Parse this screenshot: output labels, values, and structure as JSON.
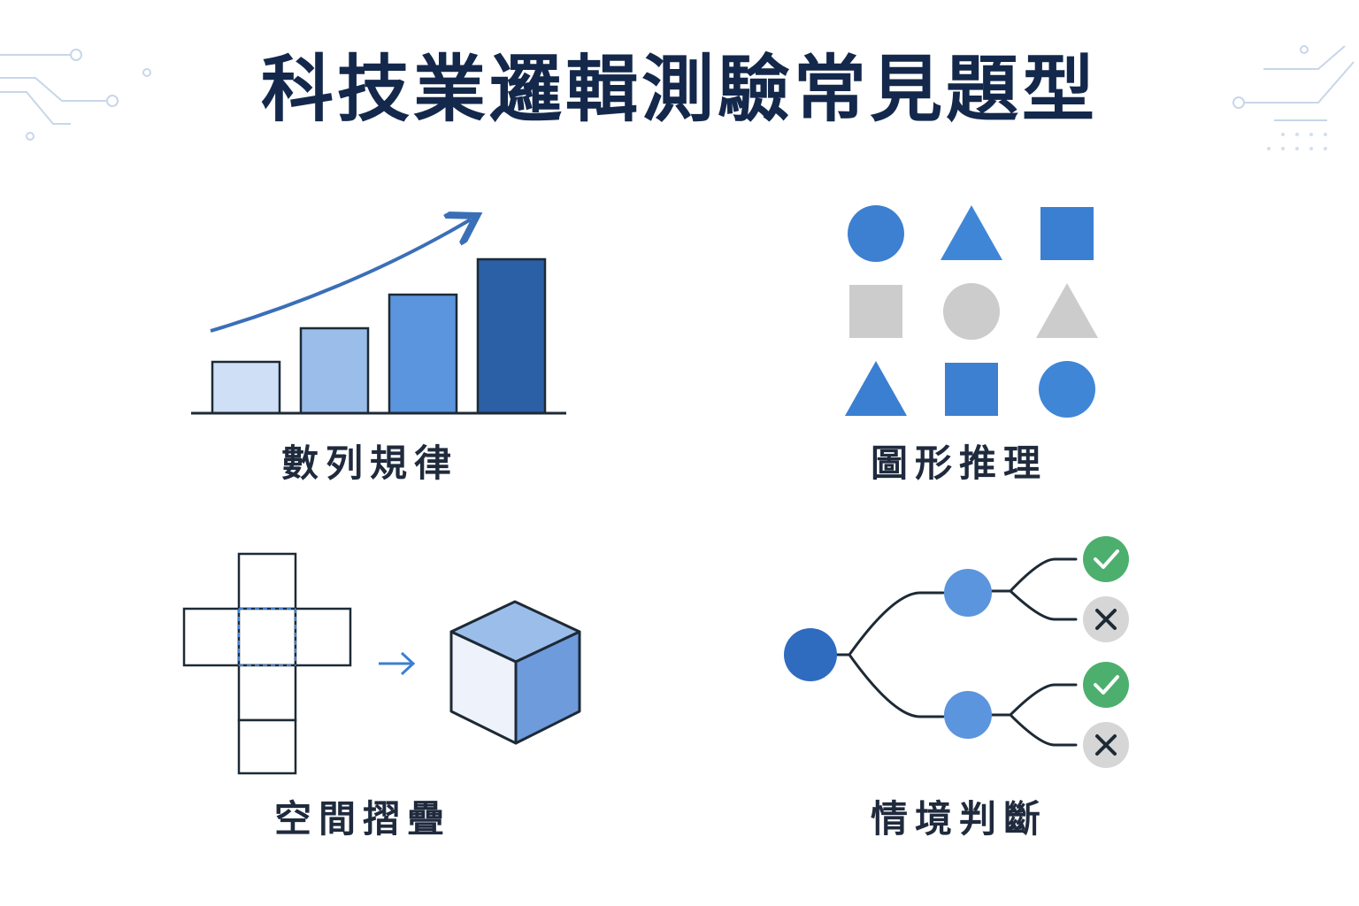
{
  "title": "科技業邏輯測驗常見題型",
  "colors": {
    "title": "#14284b",
    "label": "#1f2a3d",
    "blue_dark": "#2b5fa6",
    "blue_mid": "#3d7fd0",
    "blue_light": "#9bbdea",
    "blue_pale": "#cfe0f6",
    "gray_shape": "#cccccc",
    "check_green": "#4caf6e",
    "cross_gray": "#d6d6d6",
    "line_dark": "#1d2a36"
  },
  "sections": [
    {
      "id": "number-sequence",
      "label": "數列規律",
      "icon": "bar-chart-growth-icon"
    },
    {
      "id": "figure-reasoning",
      "label": "圖形推理",
      "icon": "shape-grid-icon"
    },
    {
      "id": "spatial-folding",
      "label": "空間摺疊",
      "icon": "cube-net-icon"
    },
    {
      "id": "situational-judgment",
      "label": "情境判斷",
      "icon": "decision-tree-icon"
    }
  ],
  "bar_chart": {
    "values": [
      1,
      2,
      3,
      4
    ]
  },
  "shape_grid": [
    [
      "circle",
      "triangle",
      "square"
    ],
    [
      "square",
      "circle",
      "triangle"
    ],
    [
      "triangle",
      "square",
      "circle"
    ]
  ],
  "shape_grid_muted_row": 1,
  "decision_outcomes": [
    "check",
    "cross",
    "check",
    "cross"
  ]
}
